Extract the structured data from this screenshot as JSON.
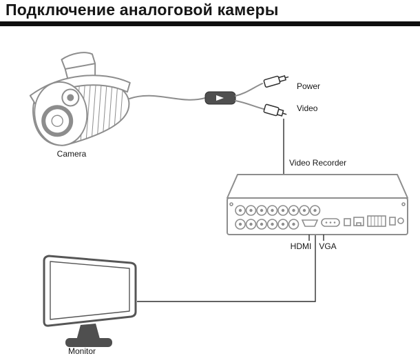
{
  "title": "Подключение аналоговой камеры",
  "diagram": {
    "camera_label": "Camera",
    "power_label": "Power",
    "video_label": "Video",
    "recorder_label": "Video Recorder",
    "hdmi_label": "HDMI",
    "vga_label": "VGA",
    "monitor_label": "Monitor",
    "connections": [
      {
        "from": "camera",
        "to": "power-video-splitter",
        "via": "cable"
      },
      {
        "from": "splitter-video-connector",
        "to": "video-recorder",
        "via": "line"
      },
      {
        "from": "video-recorder",
        "to": "monitor",
        "via": "line"
      }
    ]
  },
  "colors": {
    "line_art": "#8d8d8d",
    "mid_line": "#565656",
    "dark_line": "#2e2e2e",
    "dark_fill": "#4f4f4f",
    "title_bar": "#0f0f0f",
    "text": "#161616",
    "background": "#ffffff"
  }
}
